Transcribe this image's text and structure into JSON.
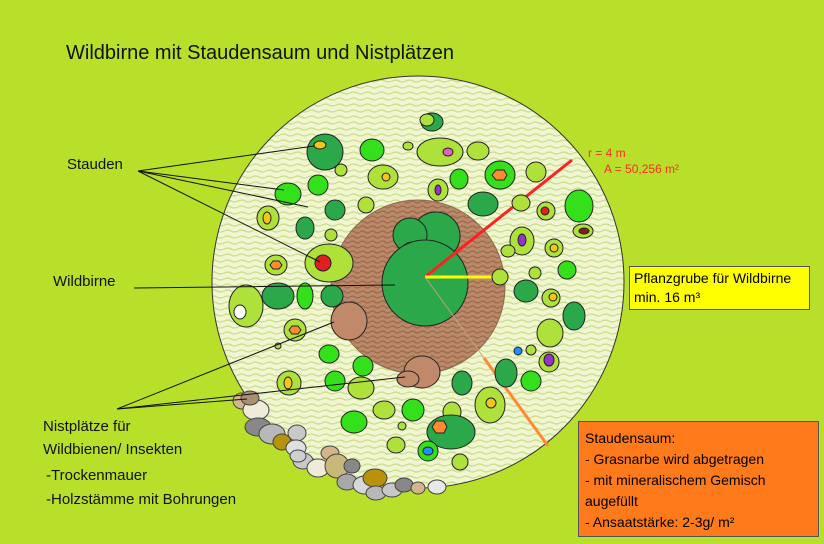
{
  "title": "Wildbirne mit Staudensaum und Nistplätzen",
  "labels": {
    "stauden": "Stauden",
    "wildbirne": "Wildbirne",
    "nist1": "Nistplätze für",
    "nist2": "Wildbienen/ Insekten",
    "nist3": "-Trockenmauer",
    "nist4": "-Holzstämme mit Bohrungen"
  },
  "radius": {
    "r": "r = 4 m",
    "a": "A = 50,256 m²"
  },
  "pflanzgrube": {
    "line1": "Pflanzgrube für Wildbirne",
    "line2": "min. 16 m³"
  },
  "staudensaum": {
    "heading": "Staudensaum:",
    "line1": "- Grasnarbe wird abgetragen",
    "line2": "- mit mineralischem Gemisch",
    "line3": "augefüllt",
    "line4": "- Ansaatstärke: 2-3g/ m²"
  },
  "colors": {
    "background": "#b8e02a",
    "circle": "#eef5c8",
    "soil": "#b07a5a",
    "tree": "#2aa84a",
    "staude_light": "#aee23a",
    "staude_bright": "#33e01a",
    "radius_line": "#ff2020",
    "yellow_line": "#ffff00",
    "orange_line": "#ff8a30"
  }
}
